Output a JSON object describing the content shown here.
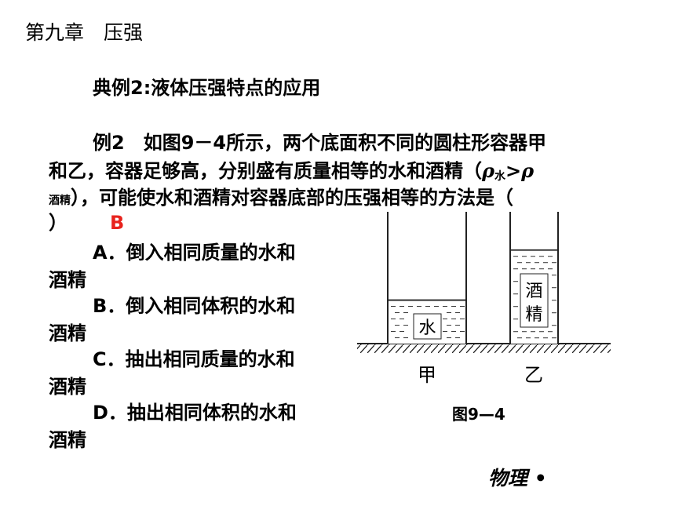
{
  "header": {
    "chapter": "第九章　压强"
  },
  "example": {
    "title": "典例2:液体压强特点的应用"
  },
  "question": {
    "line1": "例2　如图9－4所示，两个底面积不同的圆柱形容器甲",
    "line2_start": "和乙，容器足够高，分别盛有质量相等的水和酒精（",
    "rho": "ρ",
    "sub_water": "水",
    "gt": ">",
    "sub_alcohol": "酒精",
    "line3": "），可能使水和酒精对容器底部的压强相等的方法是（",
    "line4": "）",
    "answer": "B"
  },
  "options": [
    {
      "line1": "A．倒入相同质量的水和",
      "line2": "酒精"
    },
    {
      "line1": "B．倒入相同体积的水和",
      "line2": "酒精"
    },
    {
      "line1": "C．抽出相同质量的水和",
      "line2": "酒精"
    },
    {
      "line1": "D．抽出相同体积的水和",
      "line2": "酒精"
    }
  ],
  "figure": {
    "label_water": "水",
    "label_alcohol_top": "酒",
    "label_alcohol_bottom": "精",
    "label_jia": "甲",
    "label_yi": "乙",
    "caption": "图9—4",
    "water_level": 0.33,
    "alcohol_level": 0.71
  },
  "footer": {
    "subject": "物理 •"
  }
}
